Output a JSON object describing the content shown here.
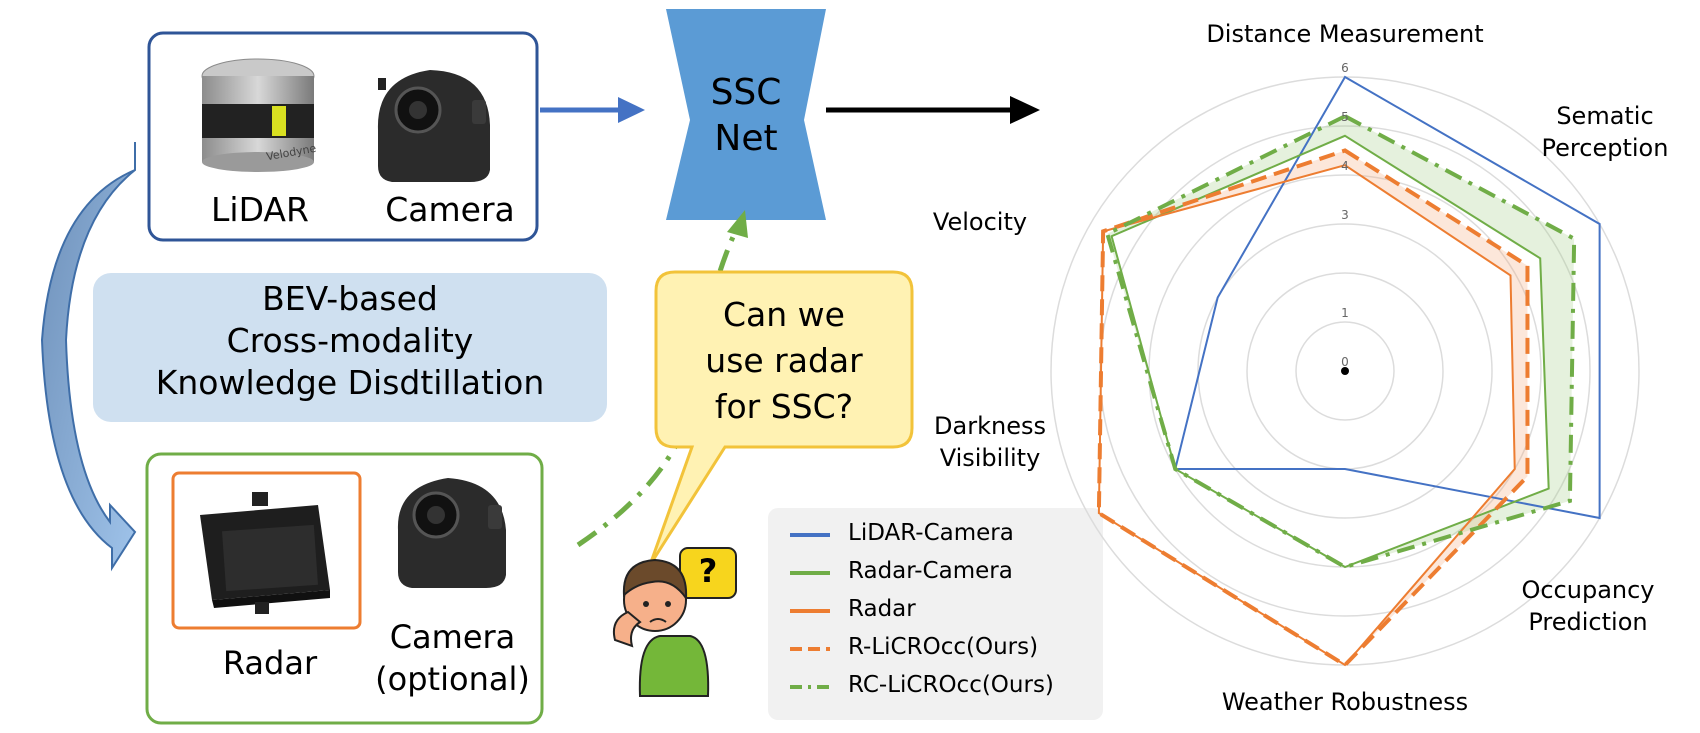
{
  "top_sensors": {
    "lidar_label": "LiDAR",
    "camera_label": "Camera",
    "lidar_brand": "Velodyne"
  },
  "bottom_sensors": {
    "radar_label": "Radar",
    "camera_label_line1": "Camera",
    "camera_label_line2": "(optional)"
  },
  "kd_box": {
    "line1": "BEV-based",
    "line2": "Cross-modality",
    "line3": "Knowledge Disdtillation"
  },
  "ssc_net": {
    "line1": "SSC",
    "line2": "Net"
  },
  "bubble": {
    "line1": "Can we",
    "line2": "use radar",
    "line3": "for SSC?",
    "question_mark": "?"
  },
  "colors": {
    "lidar_camera": "#4472c4",
    "radar_camera": "#70ad47",
    "radar": "#ed7d31",
    "ssc_blue": "#5b9bd5",
    "kd_bg": "#cfe0f0"
  },
  "chart_data": {
    "type": "radar",
    "axes": [
      "Distance Measurement",
      "Sematic Perception",
      "Occupancy Prediction",
      "Weather Robustness",
      "Darkness Visibility",
      "Velocity"
    ],
    "axis_label_lines": [
      [
        "Distance Measurement"
      ],
      [
        "Sematic",
        "Perception"
      ],
      [
        "Occupancy",
        "Prediction"
      ],
      [
        "Weather Robustness"
      ],
      [
        "Darkness",
        "Visibility"
      ],
      [
        "Velocity"
      ]
    ],
    "tick_labels": [
      "0",
      "1",
      "3",
      "4",
      "5",
      "6"
    ],
    "range": [
      0,
      6
    ],
    "series": [
      {
        "name": "LiDAR-Camera",
        "values": [
          6.0,
          6.0,
          6.0,
          2.0,
          4.0,
          3.0
        ],
        "color": "#4472c4",
        "style": "solid"
      },
      {
        "name": "Radar-Camera",
        "values": [
          4.8,
          4.6,
          4.8,
          4.0,
          4.0,
          5.5
        ],
        "color": "#70ad47",
        "style": "solid"
      },
      {
        "name": "Radar",
        "values": [
          4.2,
          3.9,
          4.0,
          6.0,
          5.8,
          5.7
        ],
        "color": "#ed7d31",
        "style": "solid"
      },
      {
        "name": "R-LiCROcc(Ours)",
        "values": [
          4.5,
          4.3,
          4.3,
          6.0,
          5.8,
          5.7
        ],
        "color": "#ed7d31",
        "style": "dashed"
      },
      {
        "name": "RC-LiCROcc(Ours)",
        "values": [
          5.2,
          5.4,
          5.3,
          4.0,
          4.0,
          5.6
        ],
        "color": "#70ad47",
        "style": "dashdot"
      }
    ],
    "legend": [
      "LiDAR-Camera",
      "Radar-Camera",
      "Radar",
      "R-LiCROcc(Ours)",
      "RC-LiCROcc(Ours)"
    ],
    "legend_placement": "bottom-left"
  }
}
